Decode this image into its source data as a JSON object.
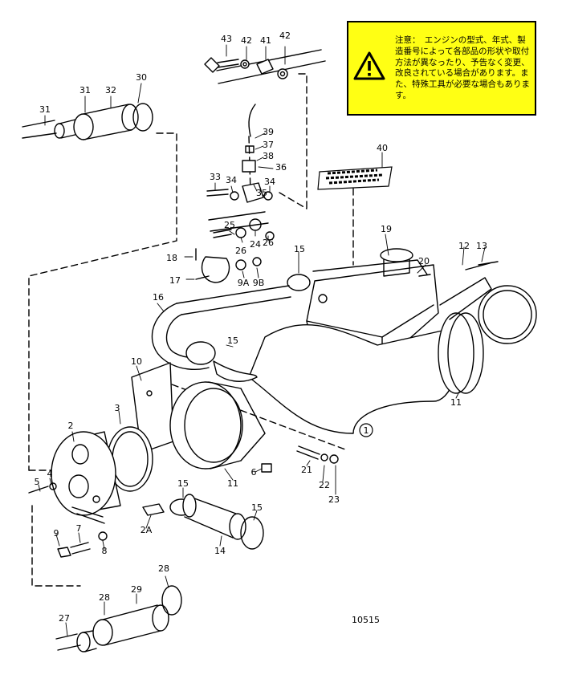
{
  "notice": {
    "text": "注意：　エンジンの型式、年式、製造番号によって各部品の形状や取付方法が異なったり、予告なく変更、改良されている場合があります。また、特殊工具が必要な場合もあります。"
  },
  "callouts": [
    "43",
    "42",
    "41",
    "42",
    "31",
    "32",
    "30",
    "31",
    "39",
    "37",
    "38",
    "36",
    "33",
    "34",
    "35",
    "34",
    "40",
    "25",
    "26",
    "24",
    "26",
    "18",
    "17",
    "9A",
    "9B",
    "15",
    "19",
    "20",
    "12",
    "13",
    "16",
    "15",
    "10",
    "3",
    "2",
    "4",
    "5",
    "1",
    "21",
    "22",
    "23",
    "6",
    "11",
    "11",
    "15",
    "15",
    "14",
    "2A",
    "9",
    "7",
    "8",
    "28",
    "29",
    "28",
    "27"
  ],
  "reference_number": "10515",
  "marker": "1",
  "icons": {
    "warning": "warning-triangle-icon"
  }
}
